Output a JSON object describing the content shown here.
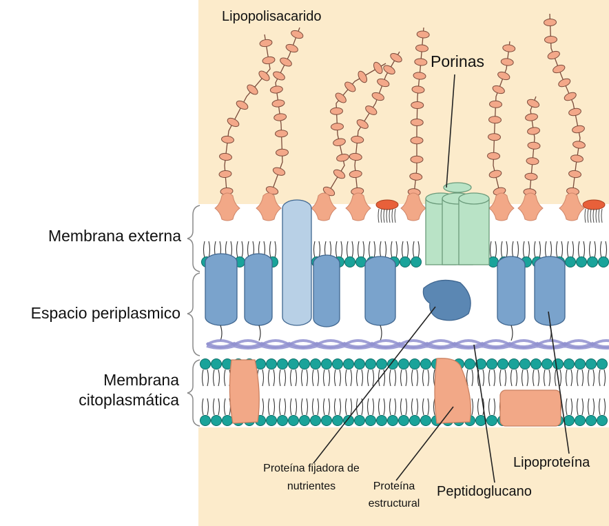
{
  "labels": {
    "lipopolisacarido": "Lipopolisacarido",
    "porinas": "Porinas",
    "membrana_externa": "Membrana externa",
    "espacio_periplasmico": "Espacio periplasmico",
    "membrana_cito_line1": "Membrana",
    "membrana_cito_line2": "citoplasmática",
    "proteina_fijadora_line1": "Proteína fijadora de",
    "proteina_fijadora_line2": "nutrientes",
    "proteina_estructural_line1": "Proteína",
    "proteina_estructural_line2": "estructural",
    "peptidoglucano": "Peptidoglucano",
    "lipoproteina": "Lipoproteína"
  },
  "colors": {
    "background": "#fcebcb",
    "membrane_zone": "#ffffff",
    "lps_bead": "#f3a889",
    "lps_stroke": "#7a4a3a",
    "head_group": "#1aa39a",
    "protein_blue": "#7aa3cc",
    "protein_blue_dark": "#5b87b3",
    "protein_light": "#b8d0e6",
    "porin": "#b9e3c6",
    "porin_stroke": "#6a9a7a",
    "peptidoglycan": "#8f8fcf",
    "salmon_protein": "#f2a887",
    "lipid_cap": "#e8603a"
  }
}
